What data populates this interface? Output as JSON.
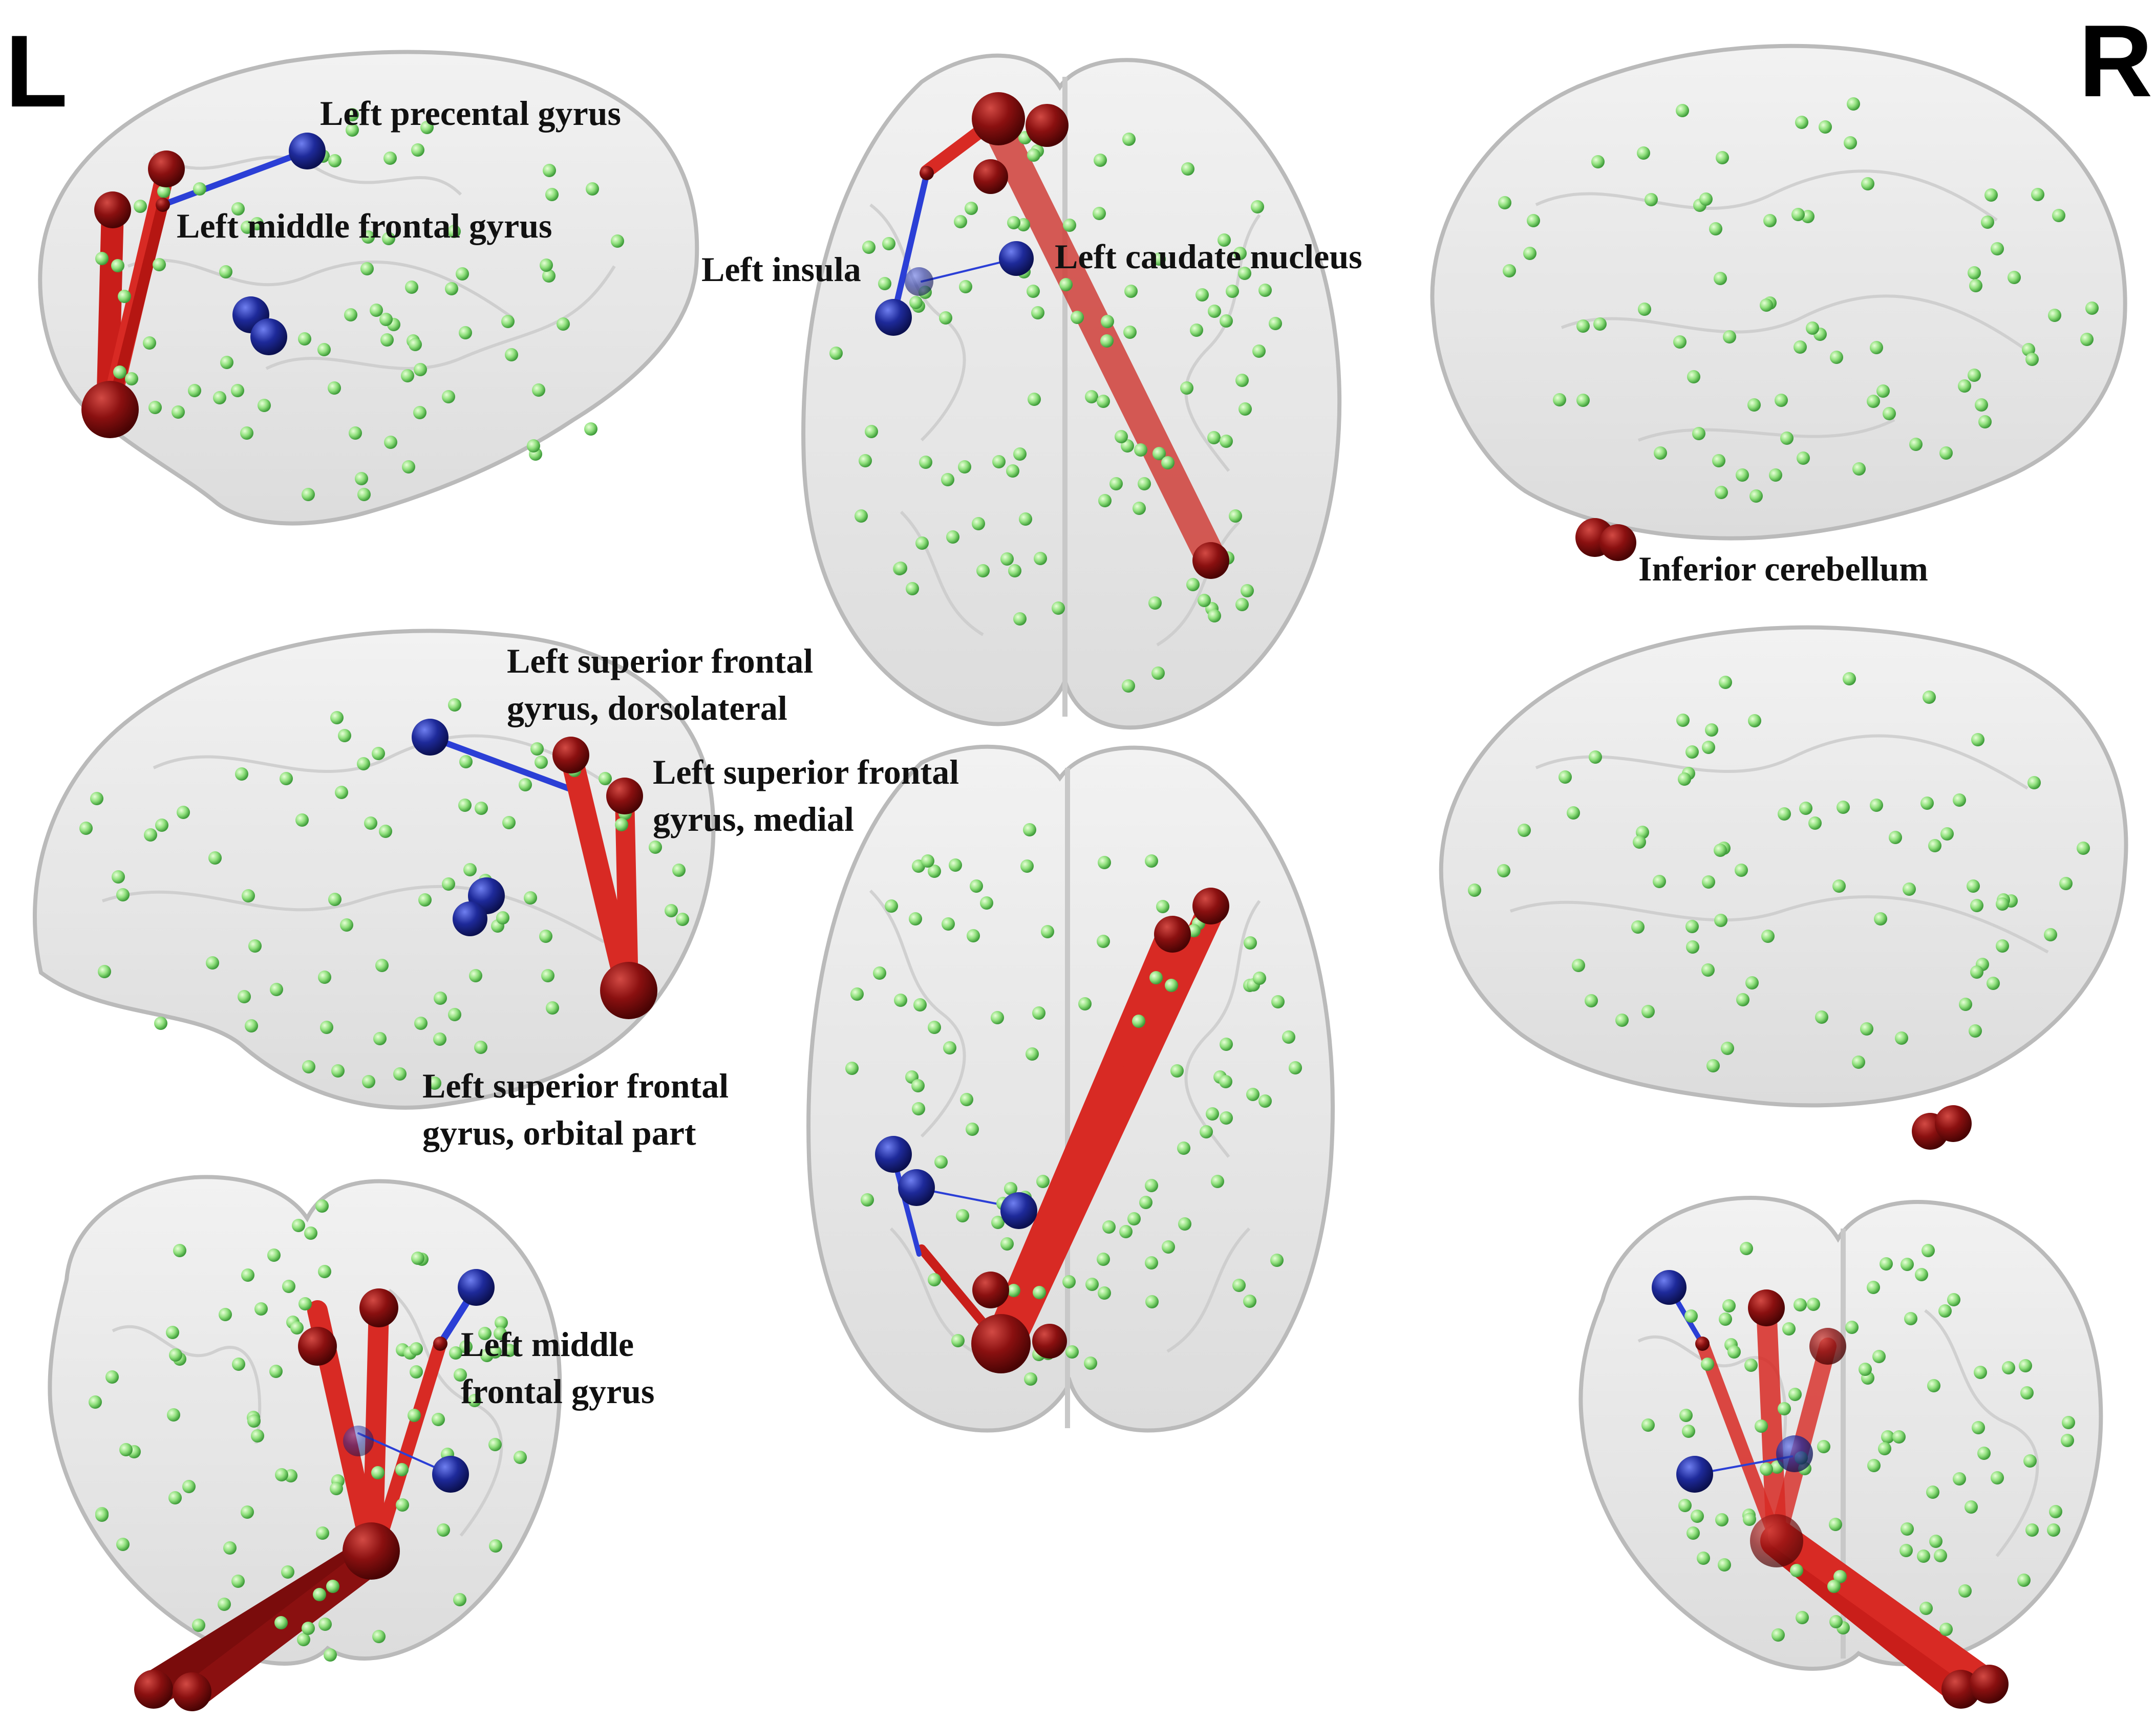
{
  "side_labels": {
    "left": "L",
    "right": "R"
  },
  "annotations": {
    "sag_left_top": [
      {
        "id": "left-precentral-gyrus",
        "lines": [
          "Left precental gyrus"
        ]
      },
      {
        "id": "left-middle-frontal-gyrus",
        "lines": [
          "Left middle frontal gyrus"
        ]
      }
    ],
    "axial_top": [
      {
        "id": "left-insula",
        "lines": [
          "Left insula"
        ]
      },
      {
        "id": "left-caudate-nucleus",
        "lines": [
          "Left caudate nucleus"
        ]
      }
    ],
    "sag_right_top": [
      {
        "id": "inferior-cerebellum",
        "lines": [
          "Inferior cerebellum"
        ]
      }
    ],
    "medial_left": [
      {
        "id": "left-sfg-dorsolateral",
        "lines": [
          "Left superior frontal",
          "gyrus, dorsolateral"
        ]
      },
      {
        "id": "left-sfg-medial",
        "lines": [
          "Left superior frontal",
          "gyrus, medial"
        ]
      },
      {
        "id": "left-sfg-orbital",
        "lines": [
          "Left superior frontal",
          "gyrus, orbital part"
        ]
      }
    ],
    "coronal_left": [
      {
        "id": "left-middle-frontal-gyrus-2",
        "lines": [
          "Left middle",
          "frontal gyrus"
        ]
      }
    ]
  },
  "colors": {
    "positive_edge": "#d9231f",
    "positive_node": "#7a0c0c",
    "negative_edge": "#2b3fd6",
    "negative_node": "#16208a",
    "background_node": "#88e07a",
    "brain_fill": "#e6e6e6",
    "brain_stroke": "#b9b9b9"
  },
  "views": [
    {
      "id": "view-left-lateral",
      "kind": "sagittal-left"
    },
    {
      "id": "view-top-axial",
      "kind": "axial"
    },
    {
      "id": "view-right-lateral",
      "kind": "sagittal-right"
    },
    {
      "id": "view-left-medial",
      "kind": "sagittal-left"
    },
    {
      "id": "view-bottom-axial",
      "kind": "axial"
    },
    {
      "id": "view-right-medial",
      "kind": "sagittal-right"
    },
    {
      "id": "view-front-coronal",
      "kind": "coronal"
    },
    {
      "id": "view-back-coronal",
      "kind": "coronal"
    }
  ]
}
